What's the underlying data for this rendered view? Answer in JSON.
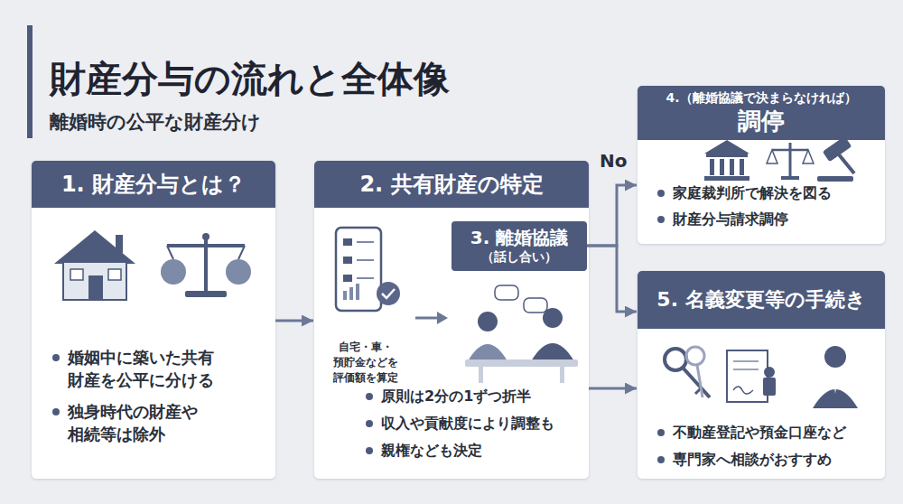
{
  "diagram": {
    "title": "財産分与の流れと全体像",
    "nodes": [
      {
        "text": [
          "1. 財産分与とは？",
          "婚姻中に築いた共有 財産を公平に分ける",
          "独身時代の財産や 相続等は除外"
        ]
      },
      {
        "text": [
          "2. 共有財産の特定",
          "自宅・車・ 預貯金などを 評価額を算定",
          "原則は2分の1ずつ折半",
          "収入や貢献度により調整も",
          "親権なども決定"
        ]
      },
      {
        "text": [
          "3. 離婚協議",
          "（話し合い）"
        ],
        "in": 1
      },
      {
        "text": [
          "4.（離婚協議で決まらなければ）",
          "調停",
          "家庭裁判所で解決を図る",
          "財産分与請求調停"
        ]
      },
      {
        "text": [
          "5. 名義変更等の手続き",
          "不動産登記や預金口座など",
          "専門家へ相談がおすすめ"
        ]
      }
    ],
    "edges": [
      {
        "from": 0,
        "to": 1,
        "arrow": "to"
      },
      {
        "from": 2,
        "to": 3,
        "label": "No",
        "arrow": "to"
      },
      {
        "from": 2,
        "to": 4,
        "arrow": "to"
      },
      {
        "from": 1,
        "to": 4,
        "arrow": "to"
      }
    ],
    "labels": [
      "離婚時の公平な財産分け"
    ]
  }
}
